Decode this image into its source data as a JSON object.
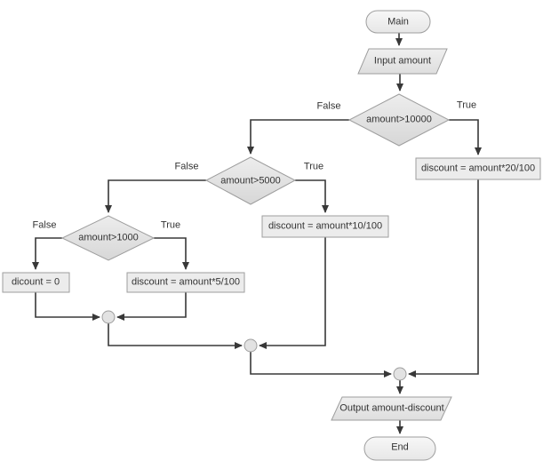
{
  "diagram": {
    "type": "flowchart",
    "nodes": {
      "main": {
        "label": "Main",
        "shape": "terminator"
      },
      "input_amount": {
        "label": "Input amount",
        "shape": "io"
      },
      "check_10000": {
        "label": "amount>10000",
        "shape": "decision"
      },
      "discount_20": {
        "label": "discount = amount*20/100",
        "shape": "process"
      },
      "check_5000": {
        "label": "amount>5000",
        "shape": "decision"
      },
      "discount_10": {
        "label": "discount = amount*10/100",
        "shape": "process"
      },
      "check_1000": {
        "label": "amount>1000",
        "shape": "decision"
      },
      "discount_0": {
        "label": "dicount = 0",
        "shape": "process"
      },
      "discount_5": {
        "label": "discount = amount*5/100",
        "shape": "process"
      },
      "output_amount": {
        "label": "Output amount-discount",
        "shape": "io"
      },
      "end": {
        "label": "End",
        "shape": "terminator"
      }
    },
    "edge_labels": {
      "check_10000_false": "False",
      "check_10000_true": "True",
      "check_5000_false": "False",
      "check_5000_true": "True",
      "check_1000_false": "False",
      "check_1000_true": "True"
    },
    "colors": {
      "background": "#ffffff",
      "line": "#383838",
      "process_fill": "#ececec",
      "shape_border": "#9e9e9e",
      "decision_fill": "#e2e2e2",
      "text": "#333333"
    }
  }
}
